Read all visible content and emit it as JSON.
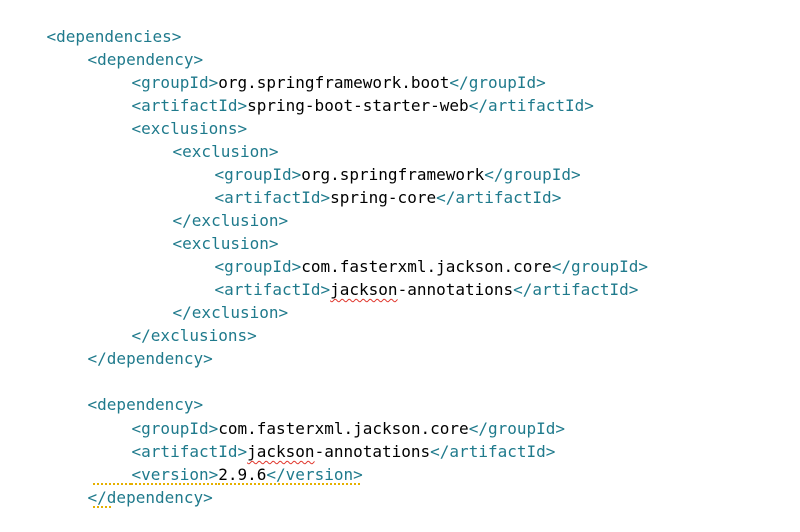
{
  "xml": {
    "dependencies_open": "<dependencies>",
    "dependency_open": "<dependency>",
    "dependency_close": "</dependency>",
    "groupId_open": "<groupId>",
    "groupId_close": "</groupId>",
    "artifactId_open": "<artifactId>",
    "artifactId_close": "</artifactId>",
    "exclusions_open": "<exclusions>",
    "exclusions_close": "</exclusions>",
    "exclusion_open": "<exclusion>",
    "exclusion_close": "</exclusion>",
    "version_open": "<version>",
    "version_close": "</version>"
  },
  "values": {
    "group_boot": "org.springframework.boot",
    "artifact_web": "spring-boot-starter-web",
    "group_spring": "org.springframework",
    "artifact_core": "spring-core",
    "group_jackson": "com.fasterxml.jackson.core",
    "jackson_word": "jackson",
    "annotations_suffix": "-annotations",
    "version_value": "2.9.6"
  }
}
